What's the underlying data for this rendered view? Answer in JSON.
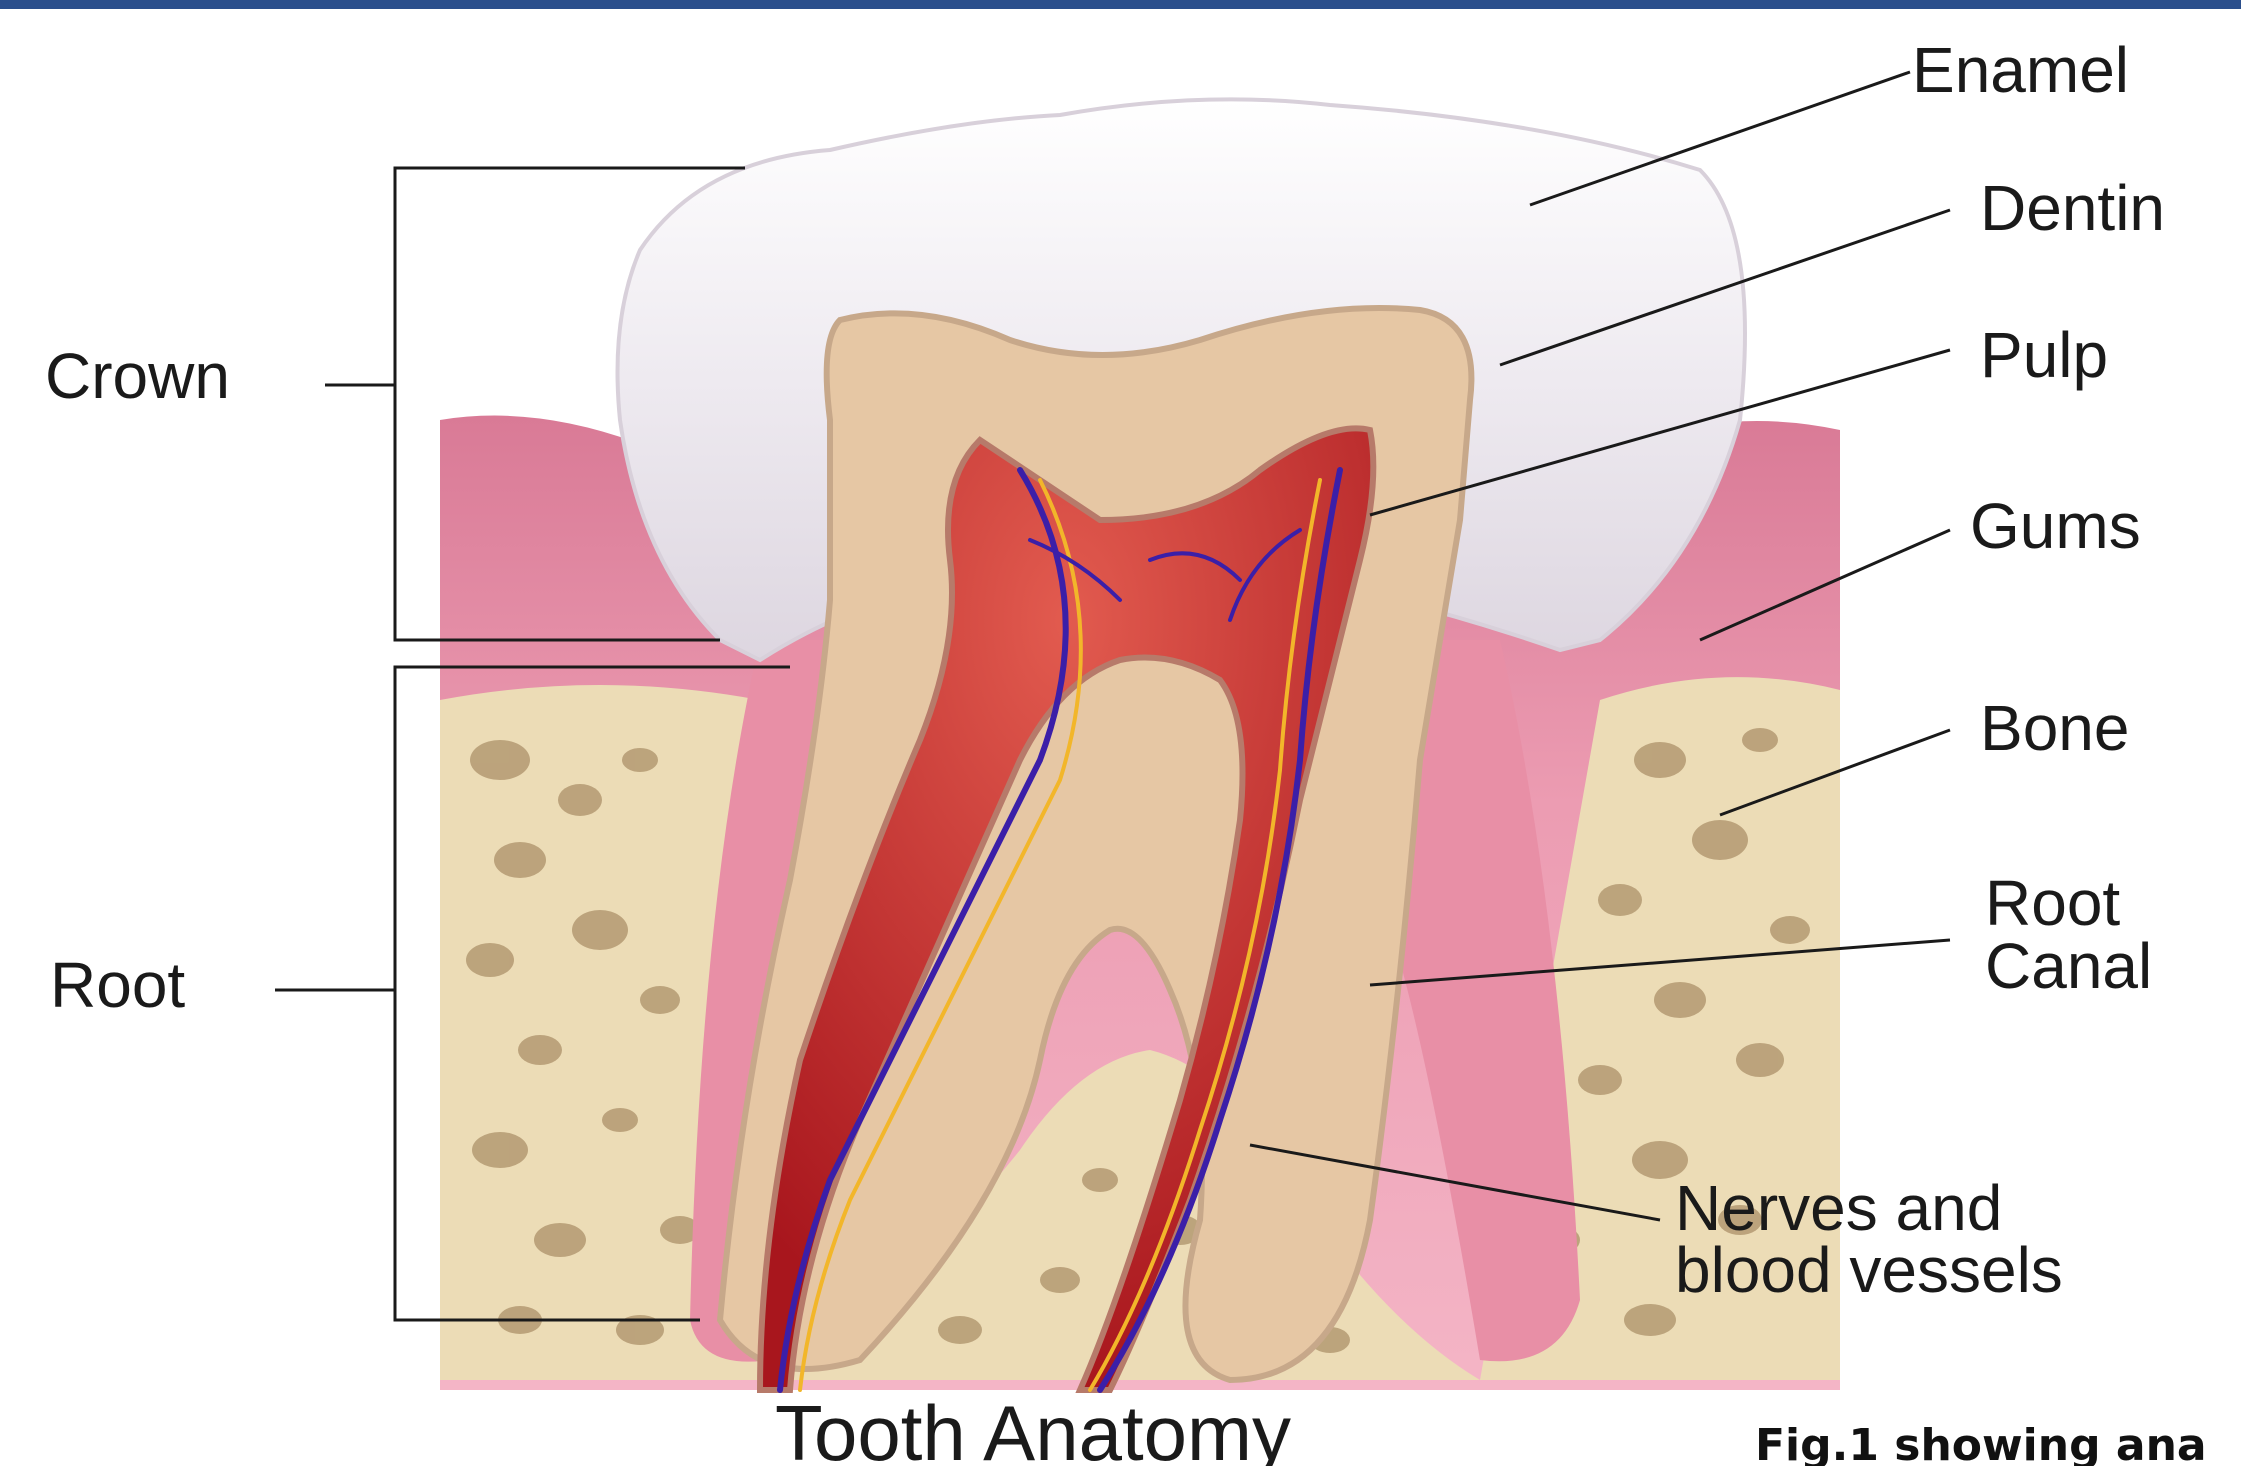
{
  "diagram": {
    "title": "Tooth Anatomy",
    "caption": "Fig.1 showing ana",
    "labels": {
      "enamel": "Enamel",
      "dentin": "Dentin",
      "pulp": "Pulp",
      "gums": "Gums",
      "bone": "Bone",
      "root_canal_line1": "Root",
      "root_canal_line2": "Canal",
      "nerves_line1": "Nerves and",
      "nerves_line2": "blood vessels",
      "crown": "Crown",
      "root": "Root"
    },
    "colors": {
      "header_bar": "#2b4f8c",
      "enamel": "#f1eef2",
      "dentin": "#e6c7a4",
      "pulp": "#c92a2a",
      "gums": "#e88fa6",
      "bone": "#ecdcb6",
      "bone_pore": "#b49a72",
      "nerve": "#3b1fa8",
      "vessel": "#f2b62a"
    }
  }
}
